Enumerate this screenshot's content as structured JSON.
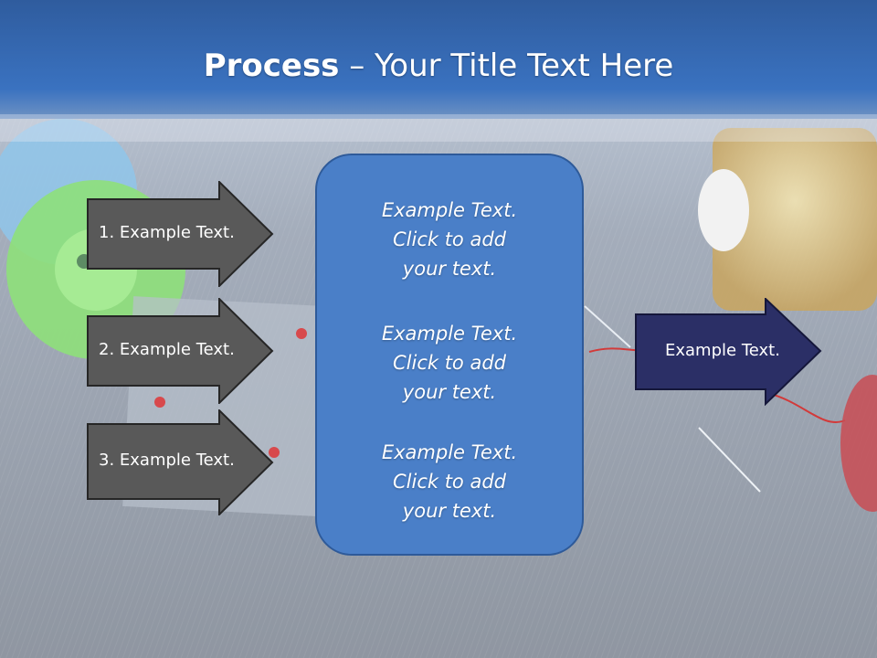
{
  "title": {
    "bold": "Process",
    "rest": " – Your Title Text Here"
  },
  "steps": [
    {
      "label": "1. Example Text."
    },
    {
      "label": "2. Example Text."
    },
    {
      "label": "3. Example Text."
    }
  ],
  "center_box": {
    "paragraphs": [
      "Example Text.\nClick  to add\nyour text.",
      "Example Text.\nClick  to add\nyour text.",
      "Example Text.\nClick  to add\nyour text."
    ]
  },
  "output": {
    "label": "Example Text."
  },
  "colors": {
    "header_blue": "#3567ad",
    "step_arrow_fill": "#595959",
    "center_box_fill": "#4a7fc8",
    "output_arrow_fill": "#2b2f66"
  }
}
